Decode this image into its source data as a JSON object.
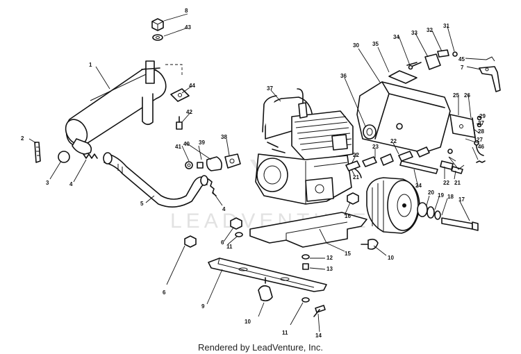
{
  "watermark": "LEADVENTURE",
  "footer": "Rendered by LeadVenture, Inc.",
  "callouts": [
    "1",
    "2",
    "3",
    "4",
    "4",
    "5",
    "6",
    "6",
    "7",
    "8",
    "9",
    "10",
    "10",
    "11",
    "11",
    "12",
    "13",
    "14",
    "15",
    "16",
    "17",
    "18",
    "19",
    "20",
    "21",
    "21",
    "22",
    "22",
    "22",
    "23",
    "24",
    "25",
    "26",
    "27",
    "27",
    "28",
    "29",
    "30",
    "31",
    "32",
    "33",
    "34",
    "35",
    "36",
    "37",
    "38",
    "39",
    "40",
    "41",
    "42",
    "43",
    "44",
    "45",
    "46"
  ]
}
